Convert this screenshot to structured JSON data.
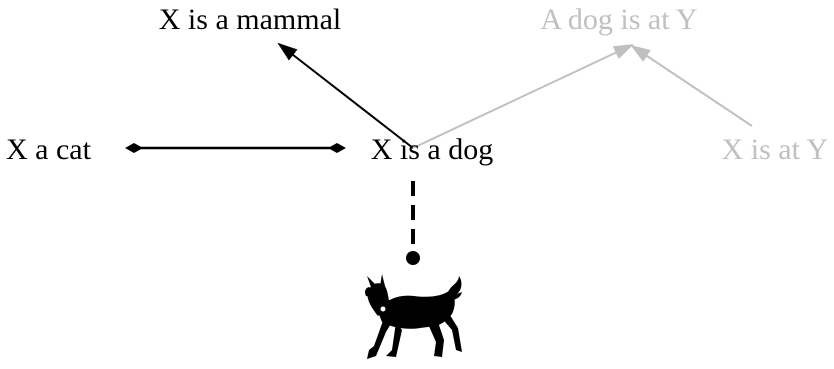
{
  "nodes": {
    "mammal": {
      "label": "X is a mammal",
      "color": "#000000"
    },
    "dog_at_y": {
      "label": "A dog is at Y",
      "color": "#c0c0c0"
    },
    "cat": {
      "label": "X a cat",
      "color": "#000000"
    },
    "dog": {
      "label": "X is a dog",
      "color": "#000000"
    },
    "at_y": {
      "label": "X is at Y",
      "color": "#c0c0c0"
    }
  },
  "image": {
    "icon": "dog-icon"
  },
  "colors": {
    "active": "#000000",
    "inactive": "#c0c0c0"
  }
}
